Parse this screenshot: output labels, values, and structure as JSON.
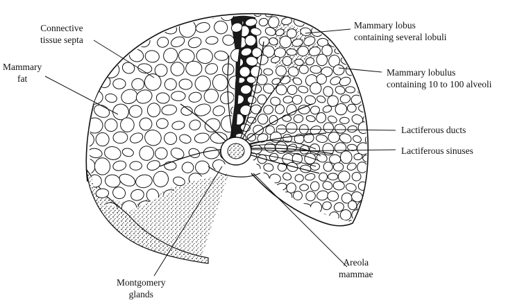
{
  "labels": {
    "connective_tissue": {
      "line1": "Connective",
      "line2": "tissue septa"
    },
    "mammary_fat": {
      "line1": "Mammary",
      "line2": "fat"
    },
    "mammary_lobus": {
      "line1": "Mammary lobus",
      "line2": "containing several lobuli"
    },
    "mammary_lobulus": {
      "line1": "Mammary lobulus",
      "line2": "containing 10 to 100 alveoli"
    },
    "lactiferous_ducts": "Lactiferous ducts",
    "lactiferous_sinuses": "Lactiferous sinuses",
    "areola": {
      "line1": "Areola",
      "line2": "mammae"
    },
    "montgomery": {
      "line1": "Montgomery",
      "line2": "glands"
    }
  }
}
